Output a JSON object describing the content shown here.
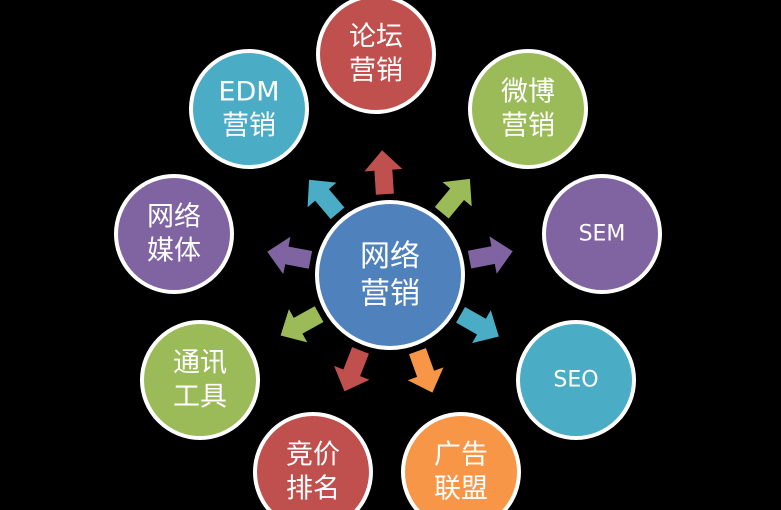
{
  "center": {
    "line1": "网络",
    "line2": "营销",
    "color": "#4F81BD"
  },
  "nodes": [
    {
      "id": "luntan",
      "line1": "论坛",
      "line2": "营销",
      "color": "#C0504D"
    },
    {
      "id": "weibo",
      "line1": "微博",
      "line2": "营销",
      "color": "#9BBB59"
    },
    {
      "id": "sem",
      "line1": "SEM",
      "line2": "",
      "color": "#8064A2"
    },
    {
      "id": "seo",
      "line1": "SEO",
      "line2": "",
      "color": "#4BACC6"
    },
    {
      "id": "guanggao",
      "line1": "广告",
      "line2": "联盟",
      "color": "#F79646"
    },
    {
      "id": "jingjia",
      "line1": "竞价",
      "line2": "排名",
      "color": "#C0504D"
    },
    {
      "id": "tongxun",
      "line1": "通讯",
      "line2": "工具",
      "color": "#9BBB59"
    },
    {
      "id": "wangluo-meiti",
      "line1": "网络",
      "line2": "媒体",
      "color": "#8064A2"
    },
    {
      "id": "edm",
      "line1": "EDM",
      "line2": "营销",
      "color": "#4BACC6"
    }
  ]
}
